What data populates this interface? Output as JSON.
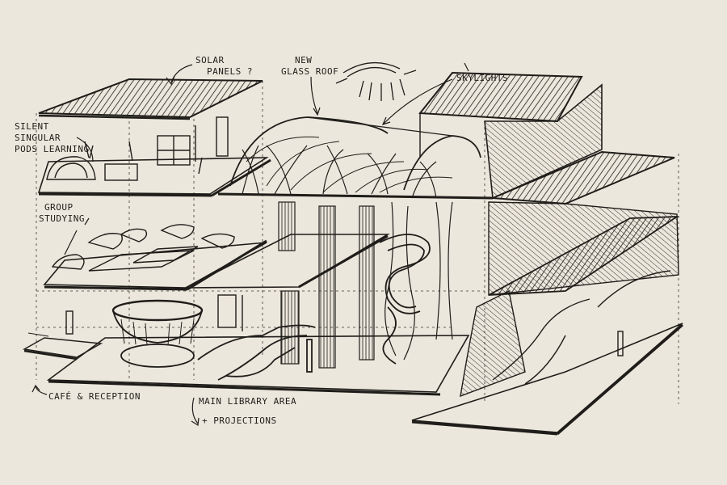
{
  "annotations": {
    "solar_panels_1": "SOLAR",
    "solar_panels_2": "PANELS ?",
    "glass_roof_1": "NEW",
    "glass_roof_2": "GLASS ROOF",
    "skylights": "SKYLIGHTS",
    "silent_1": "SILENT",
    "silent_2": "SINGULAR",
    "silent_3": "PODS LEARNING",
    "group_1": "GROUP",
    "group_2": "STUDYING",
    "cafe": "CAFÉ & RECEPTION",
    "library_1": "MAIN LIBRARY AREA",
    "library_2": "+ PROJECTIONS"
  },
  "colors": {
    "paper": "#ece7dc",
    "ink": "#1f1d1a"
  }
}
